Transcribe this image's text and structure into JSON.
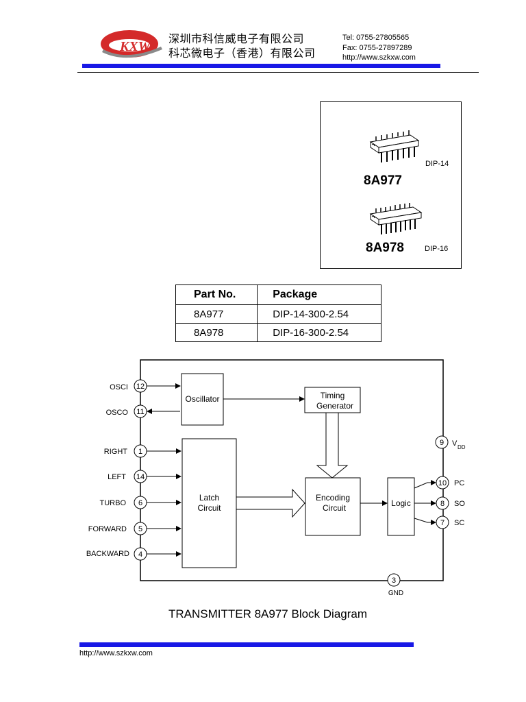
{
  "header": {
    "company_cn_1": "深圳市科信威电子有限公司",
    "company_cn_2": "科芯微电子（香港）有限公司",
    "tel": "Tel: 0755-27805565",
    "fax": "Fax: 0755-27897289",
    "url": "http://www.szkxw.com",
    "logo_text": "KXW",
    "brand_color": "#d42a2a",
    "bar_color": "#1818e6"
  },
  "packages": [
    {
      "part": "8A977",
      "type": "DIP-14"
    },
    {
      "part": "8A978",
      "type": "DIP-16"
    }
  ],
  "parts_table": {
    "headers": [
      "Part No.",
      "Package"
    ],
    "rows": [
      [
        "8A977",
        "DIP-14-300-2.54"
      ],
      [
        "8A978",
        "DIP-16-300-2.54"
      ]
    ]
  },
  "diagram": {
    "left_pins": [
      {
        "name": "OSCI",
        "num": "12"
      },
      {
        "name": "OSCO",
        "num": "11"
      },
      {
        "name": "RIGHT",
        "num": "1"
      },
      {
        "name": "LEFT",
        "num": "14"
      },
      {
        "name": "TURBO",
        "num": "6"
      },
      {
        "name": "FORWARD",
        "num": "5"
      },
      {
        "name": "BACKWARD",
        "num": "4"
      }
    ],
    "right_pins": [
      {
        "name": "PC",
        "num": "10"
      },
      {
        "name": "SO",
        "num": "8"
      },
      {
        "name": "SC",
        "num": "7"
      }
    ],
    "vdd": {
      "num": "9",
      "name": "V",
      "sub": "DD"
    },
    "gnd": {
      "num": "3",
      "name": "GND"
    },
    "blocks": {
      "oscillator": "Oscillator",
      "timing_1": "Timing",
      "timing_2": "Generator",
      "latch_1": "Latch",
      "latch_2": "Circuit",
      "encoding_1": "Encoding",
      "encoding_2": "Circuit",
      "logic": "Logic"
    },
    "caption": "TRANSMITTER 8A977 Block Diagram"
  },
  "footer": {
    "url": "http://www.szkxw.com"
  }
}
